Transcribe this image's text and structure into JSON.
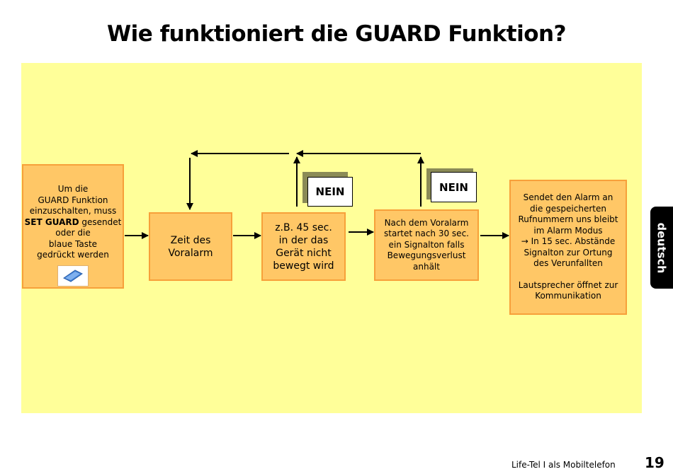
{
  "title": "Wie funktioniert die GUARD Funktion?",
  "boxes": {
    "start": {
      "line1": "Um die",
      "line2": "GUARD Funktion",
      "line3": "einzuschalten, muss",
      "line4_bold": "SET GUARD",
      "line4_rest": " gesendet",
      "line5": "oder die",
      "line6": "blaue Taste",
      "line7": "gedrückt werden",
      "icon": "blue-key-icon"
    },
    "pre_alarm": {
      "line1": "Zeit des",
      "line2": "Voralarm"
    },
    "motionless": {
      "line1": "z.B. 45 sec.",
      "line2": "in der das",
      "line3": "Gerät nicht",
      "line4": "bewegt wird"
    },
    "signal": {
      "line1": "Nach dem Voralarm",
      "line2": "startet nach 30 sec.",
      "line3": "ein Signalton falls",
      "line4": "Bewegungsverlust",
      "line5": "anhält"
    },
    "alarm": {
      "line1": "Sendet den Alarm an",
      "line2": "die gespeicherten",
      "line3": "Rufnummern uns bleibt",
      "line4": "im Alarm Modus",
      "line5": "→ In 15 sec. Abstände",
      "line6": "Signalton zur Ortung",
      "line7": "des Verunfallten",
      "line8": "Lautsprecher öffnet zur",
      "line9": "Kommunikation"
    }
  },
  "nein_labels": [
    "NEIN",
    "NEIN"
  ],
  "side_tab": "deutsch",
  "footer": {
    "text": "Life-Tel I als Mobiltelefon",
    "page": "19"
  },
  "colors": {
    "panel": "#ffff99",
    "box_fill": "#ffc766",
    "box_border": "#f7a03a"
  }
}
